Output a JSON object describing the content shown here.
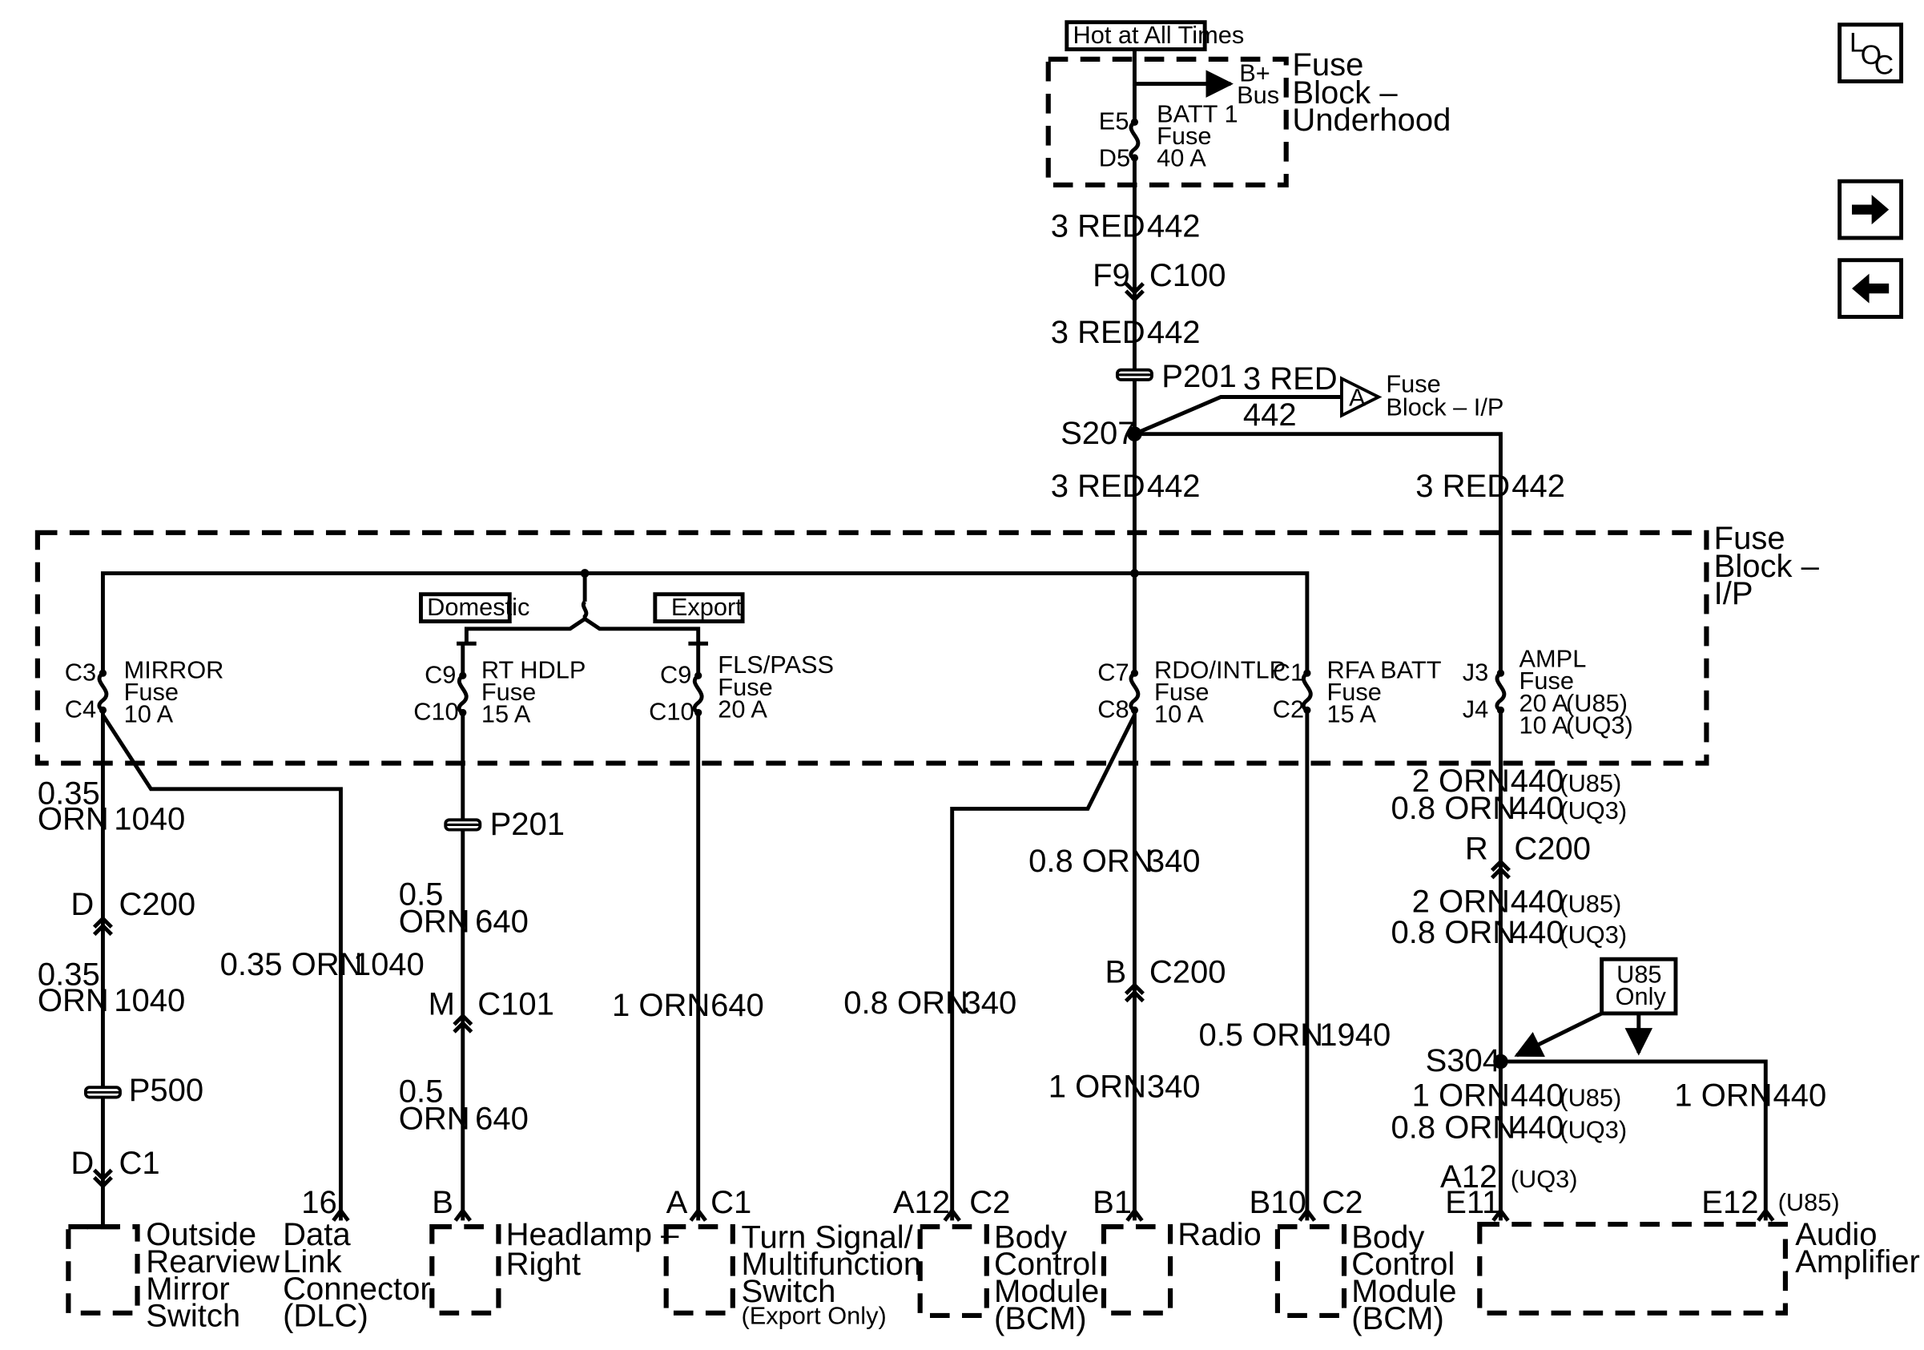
{
  "nav": {
    "loc_l": "L",
    "loc_o": "O",
    "loc_c": "C",
    "forward_icon": "right-arrow-icon",
    "back_icon": "left-arrow-icon"
  },
  "power": {
    "hot_label": "Hot at All Times",
    "underhood_name_1": "Fuse",
    "underhood_name_2": "Block –",
    "underhood_name_3": "Underhood",
    "bplus_1": "B+",
    "bplus_2": "Bus",
    "batt_pin_top": "E5",
    "batt_pin_bot": "D5",
    "batt_fuse_1": "BATT 1",
    "batt_fuse_2": "Fuse",
    "batt_fuse_3": "40 A"
  },
  "main_feed": {
    "w1_gauge": "3 RED",
    "w1_circuit": "442",
    "conn_pin": "F9",
    "conn_name": "C100",
    "w2_gauge": "3 RED",
    "w2_circuit": "442",
    "p201": "P201",
    "branch_gauge": "3 RED",
    "branch_circuit": "442",
    "offpage_letter": "A",
    "offpage_1": "Fuse",
    "offpage_2": "Block – I/P",
    "splice": "S207",
    "w3_gauge": "3 RED",
    "w3_circuit": "442",
    "w4_gauge": "3 RED",
    "w4_circuit": "442"
  },
  "ip_block": {
    "name_1": "Fuse",
    "name_2": "Block –",
    "name_3": "I/P",
    "domestic": "Domestic",
    "export": "Export"
  },
  "fuses": {
    "mirror": {
      "top": "C3",
      "bot": "C4",
      "n1": "MIRROR",
      "n2": "Fuse",
      "n3": "10 A"
    },
    "rthdlp": {
      "top": "C9",
      "bot": "C10",
      "n1": "RT HDLP",
      "n2": "Fuse",
      "n3": "15 A"
    },
    "flspass": {
      "top": "C9",
      "bot": "C10",
      "n1": "FLS/PASS",
      "n2": "Fuse",
      "n3": "20 A"
    },
    "rdo": {
      "top": "C7",
      "bot": "C8",
      "n1": "RDO/INTLP",
      "n2": "Fuse",
      "n3": "10 A"
    },
    "rfa": {
      "top": "C1",
      "bot": "C2",
      "n1": "RFA BATT",
      "n2": "Fuse",
      "n3": "15 A"
    },
    "ampl": {
      "top": "J3",
      "bot": "J4",
      "n1": "AMPL",
      "n2": "Fuse",
      "n3": "20 A",
      "n3b": "(U85)",
      "n4": "10 A",
      "n4b": "(UQ3)"
    }
  },
  "mirror_branch": {
    "w1_gauge_1": "0.35",
    "w1_gauge_2": "ORN",
    "w1_circuit": "1040",
    "c200_pin": "D",
    "c200": "C200",
    "w2_gauge_1": "0.35",
    "w2_gauge_2": "ORN",
    "w2_circuit": "1040",
    "p500": "P500",
    "c1_pin": "D",
    "c1": "C1",
    "comp_1": "Outside",
    "comp_2": "Rearview",
    "comp_3": "Mirror",
    "comp_4": "Switch"
  },
  "dlc_branch": {
    "gauge": "0.35 ORN",
    "circuit": "1040",
    "pin": "16",
    "comp_1": "Data",
    "comp_2": "Link",
    "comp_3": "Connector",
    "comp_4": "(DLC)"
  },
  "hdlp_branch": {
    "p201": "P201",
    "w1_gauge_1": "0.5",
    "w1_gauge_2": "ORN",
    "w1_circuit": "640",
    "c101_pin": "M",
    "c101": "C101",
    "w2_gauge_1": "0.5",
    "w2_gauge_2": "ORN",
    "w2_circuit": "640",
    "pin": "B",
    "comp_1": "Headlamp –",
    "comp_2": "Right"
  },
  "turn_branch": {
    "gauge": "1 ORN",
    "circuit": "640",
    "pin": "A",
    "conn": "C1",
    "comp_1": "Turn Signal/",
    "comp_2": "Multifunction",
    "comp_3": "Switch",
    "comp_4": "(Export Only)"
  },
  "bcm1_branch": {
    "gauge": "0.8 ORN",
    "circuit": "340",
    "pin": "A12",
    "conn": "C2",
    "comp_1": "Body",
    "comp_2": "Control",
    "comp_3": "Module",
    "comp_4": "(BCM)"
  },
  "radio_branch": {
    "w1_gauge": "0.8 ORN",
    "w1_circuit": "340",
    "c200_pin": "B",
    "c200": "C200",
    "w2_gauge": "1 ORN",
    "w2_circuit": "340",
    "pin": "B1",
    "comp_1": "Radio"
  },
  "bcm2_branch": {
    "gauge": "0.5 ORN",
    "circuit": "1940",
    "pin": "B10",
    "conn": "C2",
    "comp_1": "Body",
    "comp_2": "Control",
    "comp_3": "Module",
    "comp_4": "(BCM)"
  },
  "amp_branch": {
    "w1a_gauge": "2 ORN",
    "w1a_circuit": "440",
    "w1a_opt": "(U85)",
    "w1b_gauge": "0.8 ORN",
    "w1b_circuit": "440",
    "w1b_opt": "(UQ3)",
    "c200_pin": "R",
    "c200": "C200",
    "w2a_gauge": "2 ORN",
    "w2a_circuit": "440",
    "w2a_opt": "(U85)",
    "w2b_gauge": "0.8 ORN",
    "w2b_circuit": "440",
    "w2b_opt": "(UQ3)",
    "u85_1": "U85",
    "u85_2": "Only",
    "splice": "S304",
    "w3a_gauge": "1 ORN",
    "w3a_circuit": "440",
    "w3a_opt": "(U85)",
    "w3b_gauge": "0.8 ORN",
    "w3b_circuit": "440",
    "w3b_opt": "(UQ3)",
    "w4_gauge": "1 ORN",
    "w4_circuit": "440",
    "pin_a12": "A12",
    "pin_a12_opt": "(UQ3)",
    "pin_e11": "E11",
    "pin_e12": "E12",
    "pin_e12_opt": "(U85)",
    "comp_1": "Audio",
    "comp_2": "Amplifier"
  }
}
